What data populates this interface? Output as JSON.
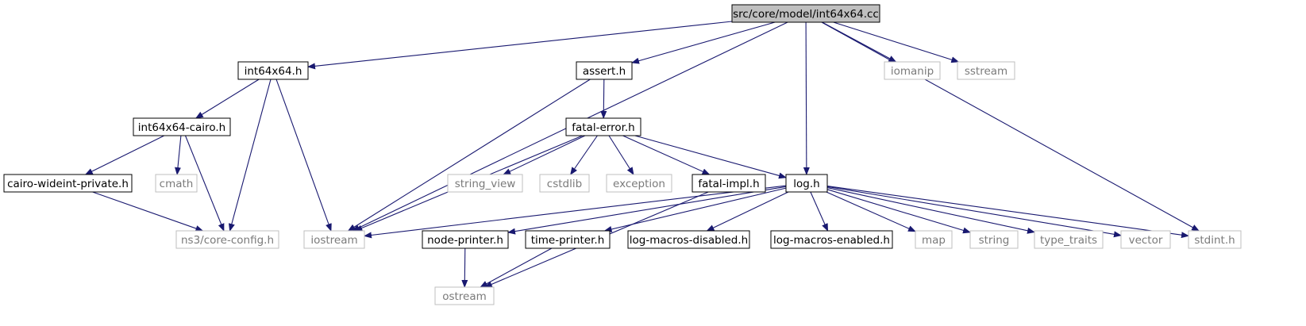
{
  "graph": {
    "title": "",
    "colors": {
      "edge": "#191970",
      "root_fill": "#bfbfbf",
      "node_border": "#000000",
      "external_border": "#bfbfbf",
      "external_text": "#7a7a7a"
    },
    "nodes": [
      {
        "id": "root",
        "label": "src/core/model/int64x64.cc",
        "kind": "root"
      },
      {
        "id": "int64x64h",
        "label": "int64x64.h",
        "kind": "internal"
      },
      {
        "id": "asserth",
        "label": "assert.h",
        "kind": "internal"
      },
      {
        "id": "int64x64cairo",
        "label": "int64x64-cairo.h",
        "kind": "internal"
      },
      {
        "id": "fatalerror",
        "label": "fatal-error.h",
        "kind": "internal"
      },
      {
        "id": "cairowide",
        "label": "cairo-wideint-private.h",
        "kind": "internal"
      },
      {
        "id": "fatalimpl",
        "label": "fatal-impl.h",
        "kind": "internal"
      },
      {
        "id": "logh",
        "label": "log.h",
        "kind": "internal"
      },
      {
        "id": "nodeprinter",
        "label": "node-printer.h",
        "kind": "internal"
      },
      {
        "id": "timeprinter",
        "label": "time-printer.h",
        "kind": "internal"
      },
      {
        "id": "logmacrosdisabled",
        "label": "log-macros-disabled.h",
        "kind": "internal"
      },
      {
        "id": "logmacrosenabled",
        "label": "log-macros-enabled.h",
        "kind": "internal"
      },
      {
        "id": "iomanip",
        "label": "iomanip",
        "kind": "external"
      },
      {
        "id": "sstream",
        "label": "sstream",
        "kind": "external"
      },
      {
        "id": "cmath",
        "label": "cmath",
        "kind": "external"
      },
      {
        "id": "stringview",
        "label": "string_view",
        "kind": "external"
      },
      {
        "id": "cstdlib",
        "label": "cstdlib",
        "kind": "external"
      },
      {
        "id": "exception",
        "label": "exception",
        "kind": "external"
      },
      {
        "id": "nscoreconfig",
        "label": "ns3/core-config.h",
        "kind": "external"
      },
      {
        "id": "iostream",
        "label": "iostream",
        "kind": "external"
      },
      {
        "id": "map",
        "label": "map",
        "kind": "external"
      },
      {
        "id": "string",
        "label": "string",
        "kind": "external"
      },
      {
        "id": "typetraits",
        "label": "type_traits",
        "kind": "external"
      },
      {
        "id": "vector",
        "label": "vector",
        "kind": "external"
      },
      {
        "id": "stdinth",
        "label": "stdint.h",
        "kind": "external"
      },
      {
        "id": "ostream",
        "label": "ostream",
        "kind": "external"
      }
    ],
    "edges": [
      [
        "root",
        "int64x64h"
      ],
      [
        "root",
        "iostream"
      ],
      [
        "root",
        "asserth"
      ],
      [
        "root",
        "logh"
      ],
      [
        "root",
        "iomanip"
      ],
      [
        "root",
        "sstream"
      ],
      [
        "root",
        "stdinth"
      ],
      [
        "int64x64h",
        "int64x64cairo"
      ],
      [
        "int64x64h",
        "nscoreconfig"
      ],
      [
        "int64x64h",
        "iostream"
      ],
      [
        "int64x64cairo",
        "cairowide"
      ],
      [
        "int64x64cairo",
        "cmath"
      ],
      [
        "int64x64cairo",
        "nscoreconfig"
      ],
      [
        "cairowide",
        "nscoreconfig"
      ],
      [
        "asserth",
        "fatalerror"
      ],
      [
        "asserth",
        "iostream"
      ],
      [
        "fatalerror",
        "iostream"
      ],
      [
        "fatalerror",
        "stringview"
      ],
      [
        "fatalerror",
        "cstdlib"
      ],
      [
        "fatalerror",
        "exception"
      ],
      [
        "fatalerror",
        "fatalimpl"
      ],
      [
        "fatalerror",
        "logh"
      ],
      [
        "fatalimpl",
        "ostream"
      ],
      [
        "logh",
        "iostream"
      ],
      [
        "logh",
        "nodeprinter"
      ],
      [
        "logh",
        "timeprinter"
      ],
      [
        "logh",
        "logmacrosdisabled"
      ],
      [
        "logh",
        "logmacrosenabled"
      ],
      [
        "logh",
        "map"
      ],
      [
        "logh",
        "string"
      ],
      [
        "logh",
        "typetraits"
      ],
      [
        "logh",
        "vector"
      ],
      [
        "logh",
        "stdinth"
      ],
      [
        "nodeprinter",
        "ostream"
      ],
      [
        "timeprinter",
        "ostream"
      ]
    ]
  }
}
